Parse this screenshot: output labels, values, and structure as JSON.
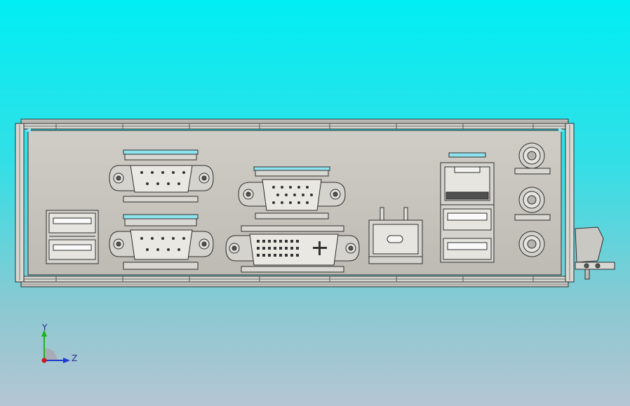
{
  "colors": {
    "background_top": "#00eef4",
    "background_bottom": "#b5c5d3",
    "plate_fill": "#c6c4bd",
    "edge": "#2e2e2e",
    "highlight": "#8fe3ee",
    "axis_x": "#1f3ad1",
    "axis_y": "#21b31f",
    "origin": "#d3151c"
  },
  "triad": {
    "y_label": "Y",
    "z_label": "Z"
  },
  "components": [
    {
      "name": "io-shield-plate",
      "icon": "plate"
    },
    {
      "name": "dual-usb-port-stack",
      "icon": "usb-icon"
    },
    {
      "name": "serial-db9-port-top",
      "icon": "db9-icon"
    },
    {
      "name": "serial-db9-port-bottom",
      "icon": "db9-icon"
    },
    {
      "name": "vga-port",
      "icon": "vga-icon"
    },
    {
      "name": "dvi-port",
      "icon": "dvi-icon"
    },
    {
      "name": "power-jack",
      "icon": "power-icon"
    },
    {
      "name": "rj45-usb-combo-port",
      "icon": "ethernet-icon"
    },
    {
      "name": "audio-jack-stack",
      "icon": "audio-icon"
    },
    {
      "name": "side-bracket",
      "icon": "bracket"
    }
  ]
}
